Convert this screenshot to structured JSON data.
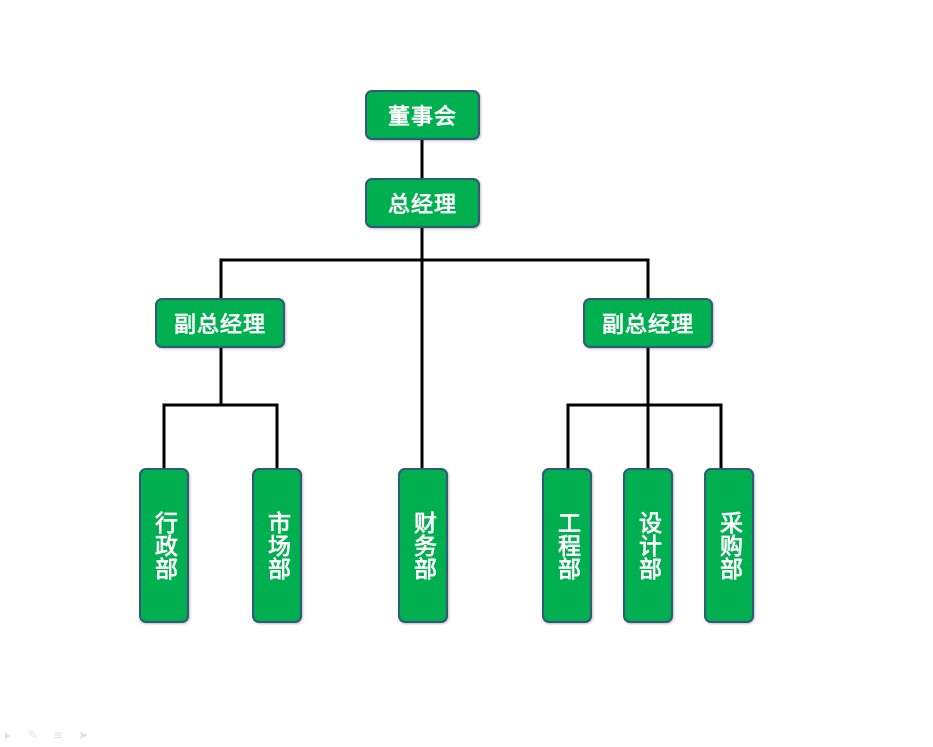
{
  "diagram": {
    "type": "organization-chart",
    "colors": {
      "node_fill": "#00b050",
      "node_border": "#2f5a7a",
      "node_text": "#ffffff",
      "connector": "#000000",
      "background": "#ffffff"
    },
    "nodes": {
      "board": "董事会",
      "general_manager": "总经理",
      "vice_manager_left": "副总经理",
      "vice_manager_right": "副总经理",
      "admin_department": "行政部",
      "marketing_department": "市场部",
      "finance_department": "财务部",
      "engineering_department": "工程部",
      "design_department": "设计部",
      "purchasing_department": "采购部"
    },
    "relationships": [
      {
        "from": "board",
        "to": "general_manager"
      },
      {
        "from": "general_manager",
        "to": "vice_manager_left"
      },
      {
        "from": "general_manager",
        "to": "finance_department"
      },
      {
        "from": "general_manager",
        "to": "vice_manager_right"
      },
      {
        "from": "vice_manager_left",
        "to": "admin_department"
      },
      {
        "from": "vice_manager_left",
        "to": "marketing_department"
      },
      {
        "from": "vice_manager_right",
        "to": "engineering_department"
      },
      {
        "from": "vice_manager_right",
        "to": "design_department"
      },
      {
        "from": "vice_manager_right",
        "to": "purchasing_department"
      }
    ]
  },
  "toolbar": {
    "icons": [
      "pointer-icon",
      "pen-icon",
      "menu-icon",
      "next-icon"
    ]
  }
}
